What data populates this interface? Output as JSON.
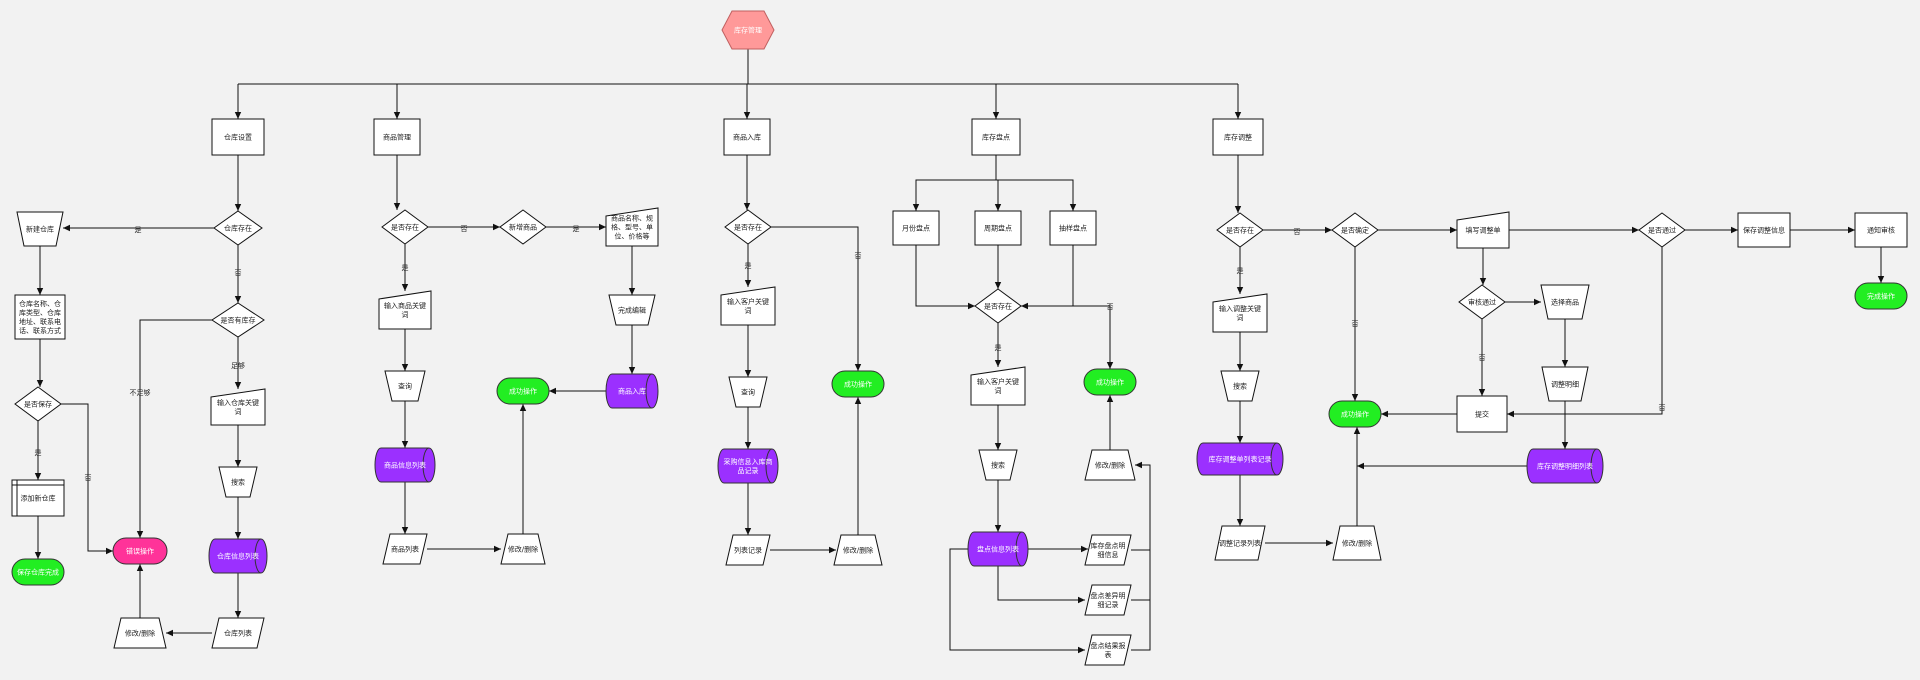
{
  "colors": {
    "start": "#ff9999",
    "end": "#22ee22",
    "data_store": "#9b30ff",
    "error": "#ff3399",
    "line": "#111111",
    "shape_fill": "#ffffff"
  },
  "nodes": {
    "start": "库存管理",
    "warehouse_setup": "仓库设置",
    "goods_manage": "商品管理",
    "goods_inbound": "商品入库",
    "stock_count": "库存盘点",
    "stock_transfer": "库存调整",
    "wh_exist": "仓库存在",
    "new_wh": "新建仓库",
    "wh_fields": "仓库名称、仓库类型、仓库地址、联系电话、联系方式",
    "save_ok": "是否保存",
    "add_wh": "添加新仓库",
    "wh_done": "保存仓库完成",
    "has_stock": "是否有库存",
    "input_wh_kw": "输入仓库关键词",
    "search1": "搜索",
    "wh_store": "仓库信息列表",
    "wh_list": "仓库列表",
    "edit_delete1": "修改/删除",
    "error_op": "错误操作",
    "goods_exist": "是否存在",
    "goods_kw": "输入商品关键词",
    "query1": "查询",
    "goods_store": "商品信息列表",
    "goods_list": "商品列表",
    "edit_del2": "修改/删除",
    "new_goods": "新增商品",
    "goods_fields": "商品名称、规格、型号、单位、价格等",
    "save_goods": "完成编辑",
    "goods_db": "商品入库",
    "done_op1": "成功操作",
    "inb_exist": "是否存在",
    "inb_kw": "输入客户关键词",
    "query2": "查询",
    "inb_store": "采购信息入库商品记录",
    "inb_list": "列表记录",
    "inb_edit": "修改/删除",
    "done_op2": "成功操作",
    "count_a": "月份盘点",
    "count_b": "周期盘点",
    "count_c": "抽样盘点",
    "cnt_exist": "是否存在",
    "cnt_kw": "输入客户关键词",
    "search2": "搜索",
    "cnt_store": "盘点信息列表",
    "cnt_opt1": "库存盘点明细信息",
    "cnt_opt2": "盘点差异明细记录",
    "cnt_opt3": "盘点结果报表",
    "cnt_edit": "修改/删除",
    "done_op3": "成功操作",
    "adj_exist": "是否存在",
    "adj_kw": "输入调整关键词",
    "search3": "搜索",
    "adj_store": "库存调整单列表记录",
    "adj_list": "调整记录列表",
    "adj_edit": "修改/删除",
    "adj_confirm": "是否确定",
    "adj_form": "填写调整单",
    "adj_audit": "审核通过",
    "adj_select": "选择商品",
    "adj_submit": "提交",
    "adj_detail": "调整明细",
    "adj_store2": "库存调整明细列表",
    "done_op4": "成功操作",
    "adj_pass": "是否通过",
    "adj_save": "保存调整信息",
    "adj_notify": "通知审核",
    "done_op5": "完成操作"
  },
  "edge_labels": {
    "yes": "是",
    "no": "否",
    "not_enough": "不足够",
    "enough": "足够"
  }
}
